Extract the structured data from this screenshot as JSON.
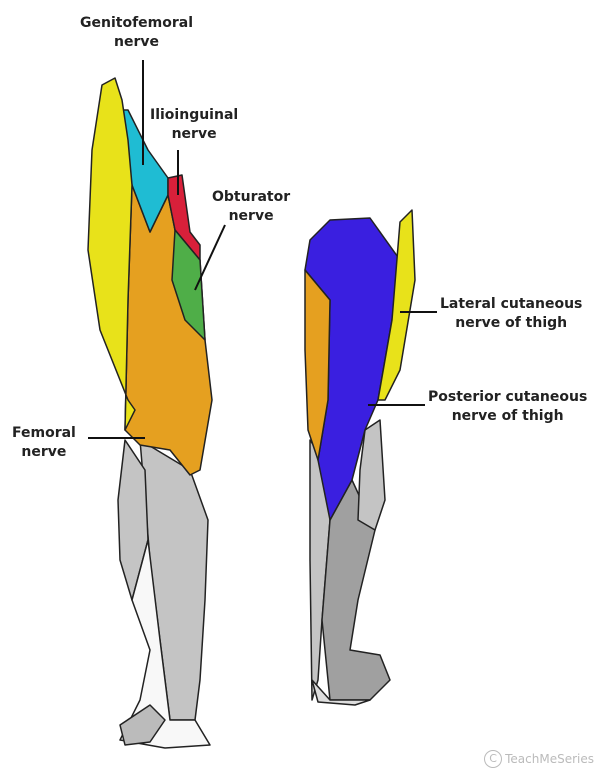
{
  "labels": {
    "genitofemoral": [
      "Genitofemoral",
      "nerve"
    ],
    "ilioinguinal": [
      "Ilioinguinal",
      "nerve"
    ],
    "obturator": [
      "Obturator",
      "nerve"
    ],
    "femoral": [
      "Femoral",
      "nerve"
    ],
    "lateral_cutaneous": [
      "Lateral cutaneous",
      "nerve of thigh"
    ],
    "posterior_cutaneous": [
      "Posterior cutaneous",
      "nerve of thigh"
    ]
  },
  "colors": {
    "genitofemoral": "#1fbcd3",
    "ilioinguinal": "#d8203a",
    "obturator": "#4fae48",
    "femoral": "#e5a020",
    "lateral_cutaneous": "#e8e21a",
    "posterior_cutaneous": "#3a1fe0",
    "skin_gray": "#c4c4c4",
    "skin_dark": "#a0a0a0"
  },
  "watermark": {
    "text": "TeachMeSeries",
    "icon": "copyright-icon"
  }
}
